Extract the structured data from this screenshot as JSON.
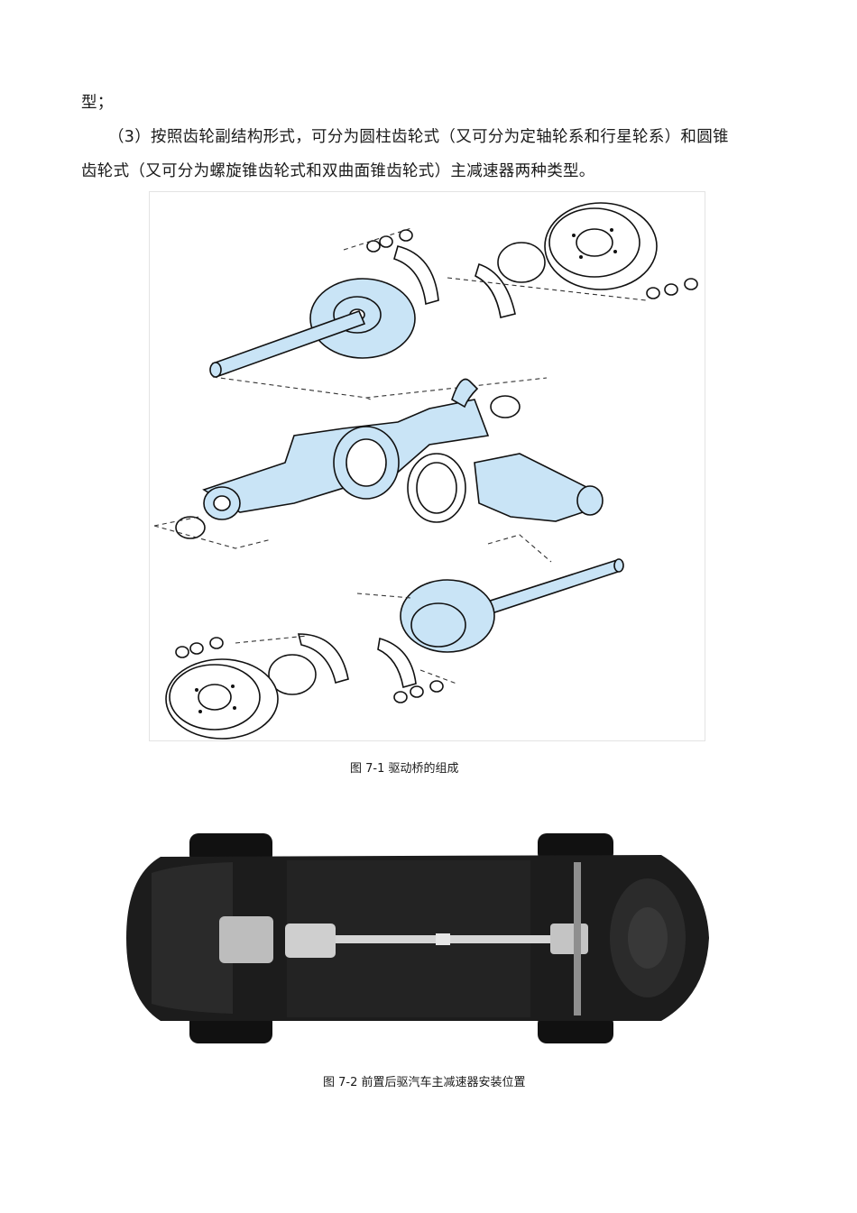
{
  "paragraph": {
    "line1": "型；",
    "line2": "（3）按照齿轮副结构形式，可分为圆柱齿轮式（又可分为定轴轮系和行星轮系）和圆锥",
    "line3": "齿轮式（又可分为螺旋锥齿轮式和双曲面锥齿轮式）主减速器两种类型。"
  },
  "figures": [
    {
      "caption": "图 7-1  驱动桥的组成"
    },
    {
      "caption": "图 7-2  前置后驱汽车主减速器安装位置"
    }
  ],
  "colors": {
    "part_fill": "#c9e4f6",
    "line": "#111111",
    "car_body": "#1c1c1c"
  }
}
